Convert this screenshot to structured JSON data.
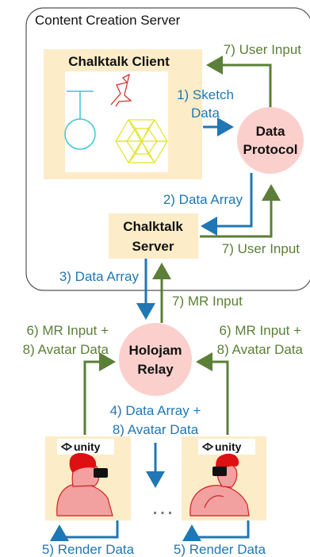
{
  "server": {
    "title": "Content Creation Server"
  },
  "nodes": {
    "client": {
      "title": "Chalktalk Client"
    },
    "protocol": {
      "line1": "Data",
      "line2": "Protocol"
    },
    "ct_server": {
      "line1": "Chalktalk",
      "line2": "Server"
    },
    "relay": {
      "line1": "Holojam",
      "line2": "Relay"
    },
    "device_left": {
      "brand": "unity"
    },
    "device_right": {
      "brand": "unity"
    },
    "ellipsis": "…"
  },
  "edges": {
    "user_input_top": "7) User Input",
    "sketch_data_1": "1) Sketch",
    "sketch_data_2": "Data",
    "data_array_2": "2) Data Array",
    "user_input_mid": "7) User Input",
    "data_array_3": "3) Data Array",
    "mr_input": "7) MR Input",
    "left_up_1": "6) MR Input +",
    "left_up_2": "8) Avatar Data",
    "right_up_1": "6) MR Input +",
    "right_up_2": "8) Avatar Data",
    "down_1": "4) Data Array +",
    "down_2": "8) Avatar Data",
    "render_left": "5) Render Data",
    "render_right": "5) Render Data"
  },
  "colors": {
    "blue": "#1f77b4",
    "green": "#5b7f36",
    "node_fill": "#fdecc8",
    "circle_fill": "#fbd0cc"
  }
}
